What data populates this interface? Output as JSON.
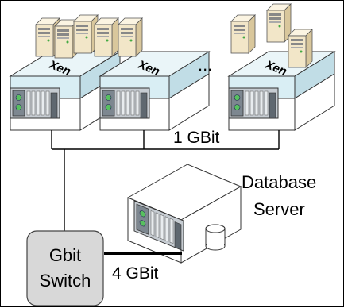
{
  "labels": {
    "ellipsis": "...",
    "link_1gbit": "1 GBit",
    "link_4gbit": "4 GBit",
    "db_line1": "Database",
    "db_line2": "Server",
    "switch_line1": "Gbit",
    "switch_line2": "Switch",
    "xen_brand": "Xen"
  },
  "colors": {
    "xen_top": "#d9eef4",
    "tower": "#f2e6c8",
    "rack_grey": "#9aa0a6",
    "switch_fill": "#d8d8d8",
    "link_line": "#000000"
  }
}
